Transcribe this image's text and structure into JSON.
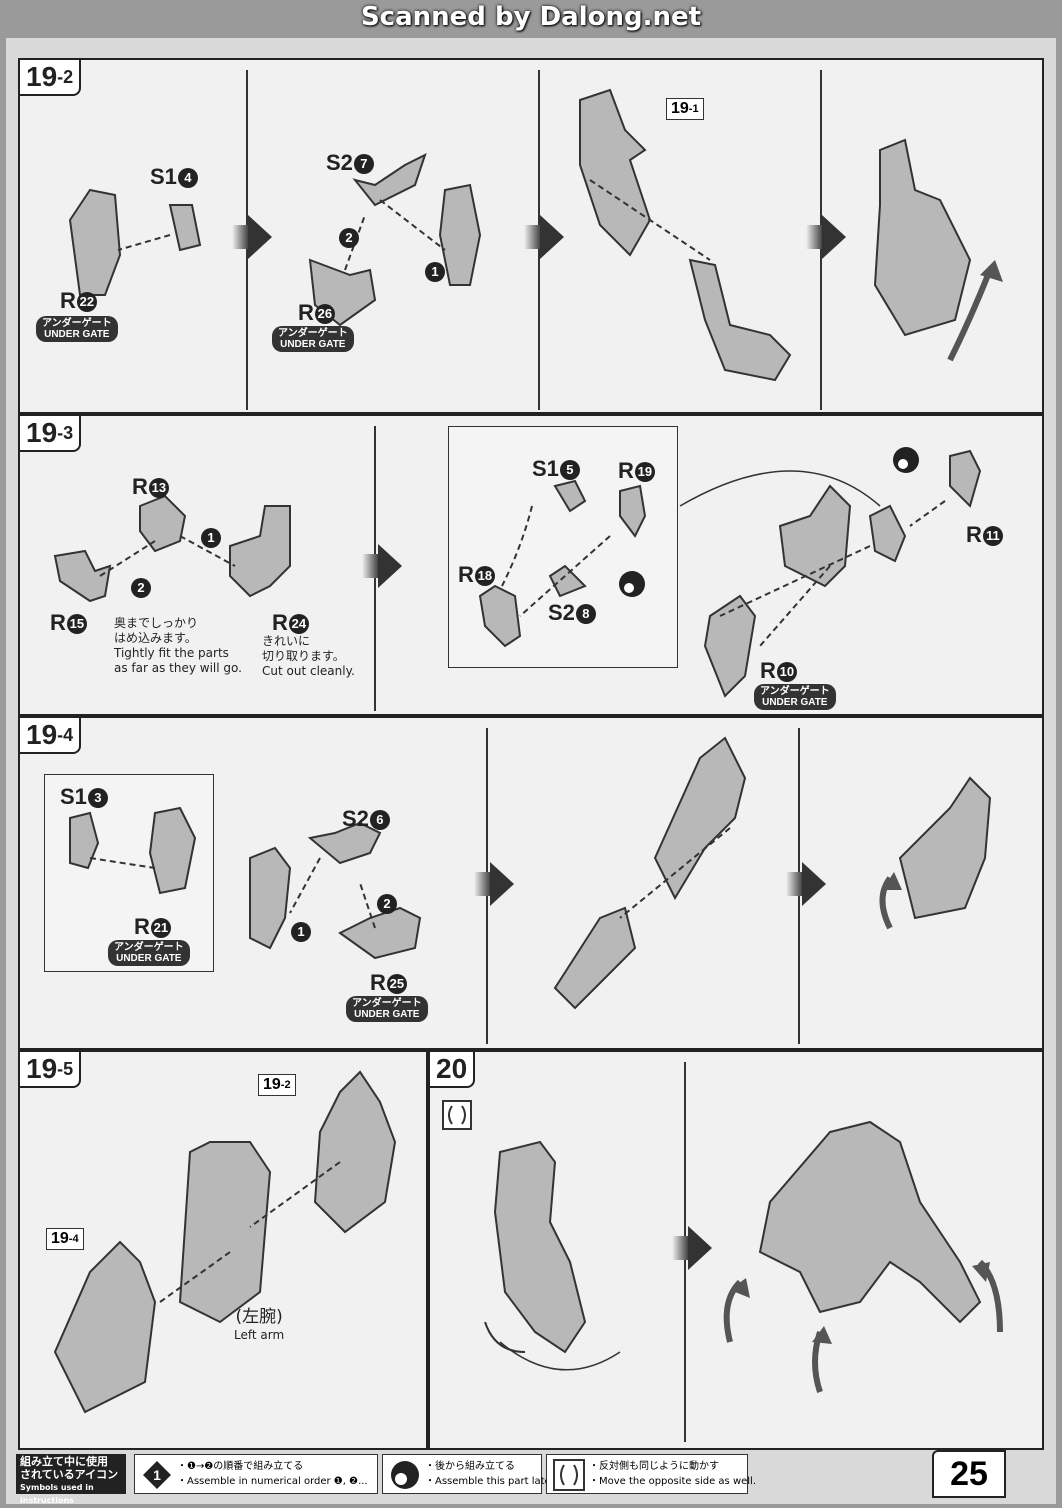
{
  "watermark": "Scanned by Dalong.net",
  "steps": {
    "s19_2": {
      "main": "19",
      "sub": "-2"
    },
    "s19_3": {
      "main": "19",
      "sub": "-3"
    },
    "s19_4": {
      "main": "19",
      "sub": "-4"
    },
    "s19_5": {
      "main": "19",
      "sub": "-5"
    },
    "s20": {
      "main": "20"
    }
  },
  "labels": {
    "s1_4": "S1",
    "n4": "4",
    "r22": "R",
    "n22": "22",
    "s2_7": "S2",
    "n7": "7",
    "r26": "R",
    "n26": "26",
    "ref19_1_main": "19",
    "ref19_1_sub": "-1",
    "r13": "R",
    "n13": "13",
    "r15": "R",
    "n15": "15",
    "r24": "R",
    "n24": "24",
    "s1_5": "S1",
    "n5": "5",
    "r19": "R",
    "n19": "19",
    "r18": "R",
    "n18": "18",
    "s2_8": "S2",
    "n8": "8",
    "r11": "R",
    "n11": "11",
    "r10": "R",
    "n10": "10",
    "s1_3": "S1",
    "n3": "3",
    "r21": "R",
    "n21": "21",
    "s2_6": "S2",
    "n6": "6",
    "r25": "R",
    "n25": "25",
    "ref19_2_main": "19",
    "ref19_2_sub": "-2",
    "ref19_4_main": "19",
    "ref19_4_sub": "-4",
    "order1": "1",
    "order2": "2"
  },
  "under_gate": {
    "jp": "アンダーゲート",
    "en": "UNDER GATE"
  },
  "notes": {
    "tight_jp_1": "奥までしっかり",
    "tight_jp_2": "はめ込みます。",
    "tight_en_1": "Tightly fit the parts",
    "tight_en_2": "as far as they will go.",
    "cut_jp_1": "きれいに",
    "cut_jp_2": "切り取ります。",
    "cut_en": "Cut out cleanly.",
    "left_arm_jp": "(左腕)",
    "left_arm_en": "Left arm"
  },
  "legend": {
    "title_jp_1": "組み立て中に使用",
    "title_jp_2": "されているアイコン",
    "title_en": "Symbols used in instructions",
    "order_jp": "・❶→❷の順番で組み立てる",
    "order_en": "・Assemble in numerical order ❶, ❷...",
    "later_jp": "・後から組み立てる",
    "later_en": "・Assemble this part later.",
    "opposite_jp": "・反対側も同じように動かす",
    "opposite_en": "・Move the opposite side as well."
  },
  "page_number": "25",
  "colors": {
    "page": "#d9d9d9",
    "panel": "#f1f1f1",
    "ink": "#222222",
    "part": "#b8b8b8"
  }
}
